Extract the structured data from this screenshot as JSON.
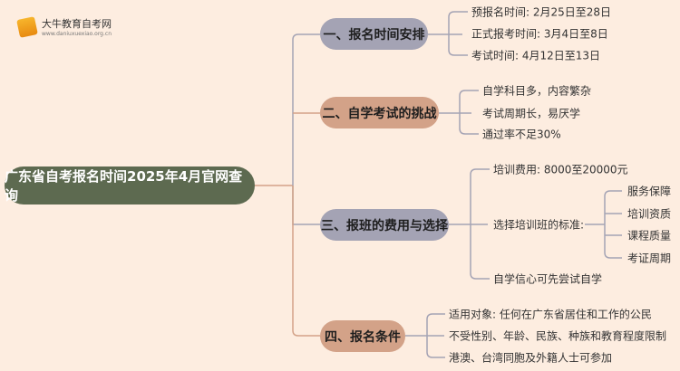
{
  "logo": {
    "name": "大牛教育自考网",
    "url": "www.daniuxuexiao.org.cn"
  },
  "root": "广东省自考报名时间2025年4月官网查询",
  "branches": [
    {
      "label": "一、报名时间安排",
      "items": [
        "预报名时间: 2月25日至28日",
        "正式报考时间: 3月4日至8日",
        "考试时间: 4月12日至13日"
      ]
    },
    {
      "label": "二、自学考试的挑战",
      "items": [
        "自学科目多，内容繁杂",
        "考试周期长，易厌学",
        "通过率不足30%"
      ]
    },
    {
      "label": "三、报班的费用与选择",
      "items": [
        "培训费用: 8000至20000元",
        "选择培训班的标准:",
        "自学信心可先尝试自学"
      ],
      "sub": [
        "服务保障",
        "培训资质",
        "课程质量",
        "考证周期"
      ]
    },
    {
      "label": "四、报名条件",
      "items": [
        "适用对象: 任何在广东省居住和工作的公民",
        "不受性别、年龄、民族、种族和教育程度限制",
        "港澳、台湾同胞及外籍人士可参加"
      ]
    }
  ],
  "colors": {
    "background": "#fdede0",
    "root": "#5d6a50",
    "gray": "#a4a3b4",
    "tan": "#d3a288"
  }
}
